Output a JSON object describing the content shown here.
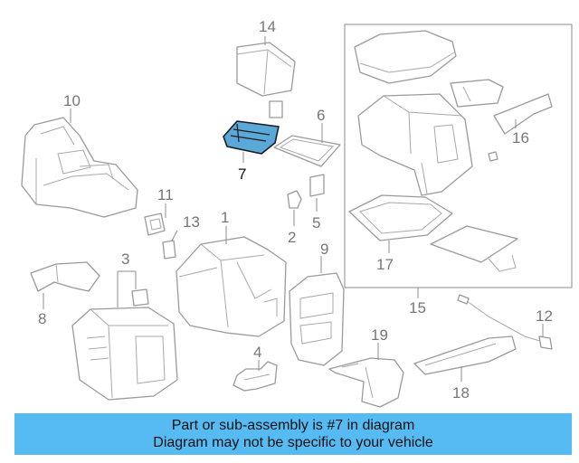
{
  "callouts": {
    "c1": "1",
    "c2": "2",
    "c3": "3",
    "c4": "4",
    "c5": "5",
    "c6": "6",
    "c7": "7",
    "c8": "8",
    "c9": "9",
    "c10": "10",
    "c11": "11",
    "c12": "12",
    "c13": "13",
    "c14": "14",
    "c15": "15",
    "c16": "16",
    "c17": "17",
    "c18": "18",
    "c19": "19"
  },
  "highlighted_part": "7",
  "highlight_color": "#5aa8d8",
  "banner": {
    "line1": "Part or sub-assembly is #7 in diagram",
    "line2": "Diagram may not be specific to your vehicle",
    "background": "#55bbf2"
  }
}
